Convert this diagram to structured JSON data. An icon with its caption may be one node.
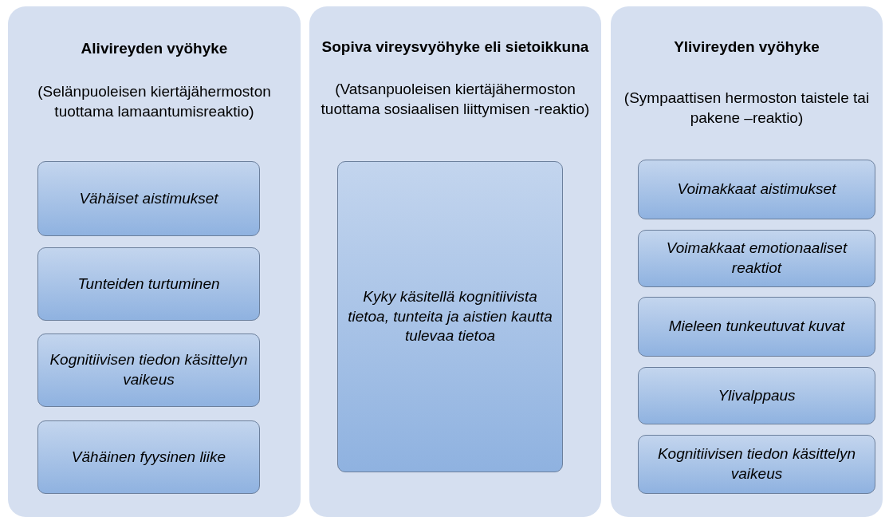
{
  "diagram": {
    "nodes": [
      {
        "text": [
          "Alivireyden vyöhyke",
          "(Selänpuoleisen kiertäjähermoston tuottama lamaantumisreaktio)"
        ]
      },
      {
        "text": [
          "Vähäiset aistimukset"
        ],
        "in": 0
      },
      {
        "text": [
          "Tunteiden turtuminen"
        ],
        "in": 0
      },
      {
        "text": [
          "Kognitiivisen tiedon käsittelyn vaikeus"
        ],
        "in": 0
      },
      {
        "text": [
          "Vähäinen fyysinen liike"
        ],
        "in": 0
      },
      {
        "text": [
          "Sopiva vireysvyöhyke eli sietoikkuna",
          "(Vatsanpuoleisen kiertäjähermoston tuottama sosiaalisen liittymisen -reaktio)"
        ]
      },
      {
        "text": [
          "Kyky käsitellä kognitiivista tietoa, tunteita ja aistien kautta tulevaa tietoa"
        ],
        "in": 5
      },
      {
        "text": [
          "Ylivireyden vyöhyke",
          "(Sympaattisen hermoston taistele tai pakene –reaktio)"
        ]
      },
      {
        "text": [
          "Voimakkaat aistimukset"
        ],
        "in": 7
      },
      {
        "text": [
          "Voimakkaat emotionaaliset reaktiot"
        ],
        "in": 7
      },
      {
        "text": [
          "Mieleen tunkeutuvat kuvat"
        ],
        "in": 7
      },
      {
        "text": [
          "Ylivalppaus"
        ],
        "in": 7
      },
      {
        "text": [
          "Kognitiivisen tiedon käsittelyn vaikeus"
        ],
        "in": 7
      }
    ],
    "edges": []
  }
}
